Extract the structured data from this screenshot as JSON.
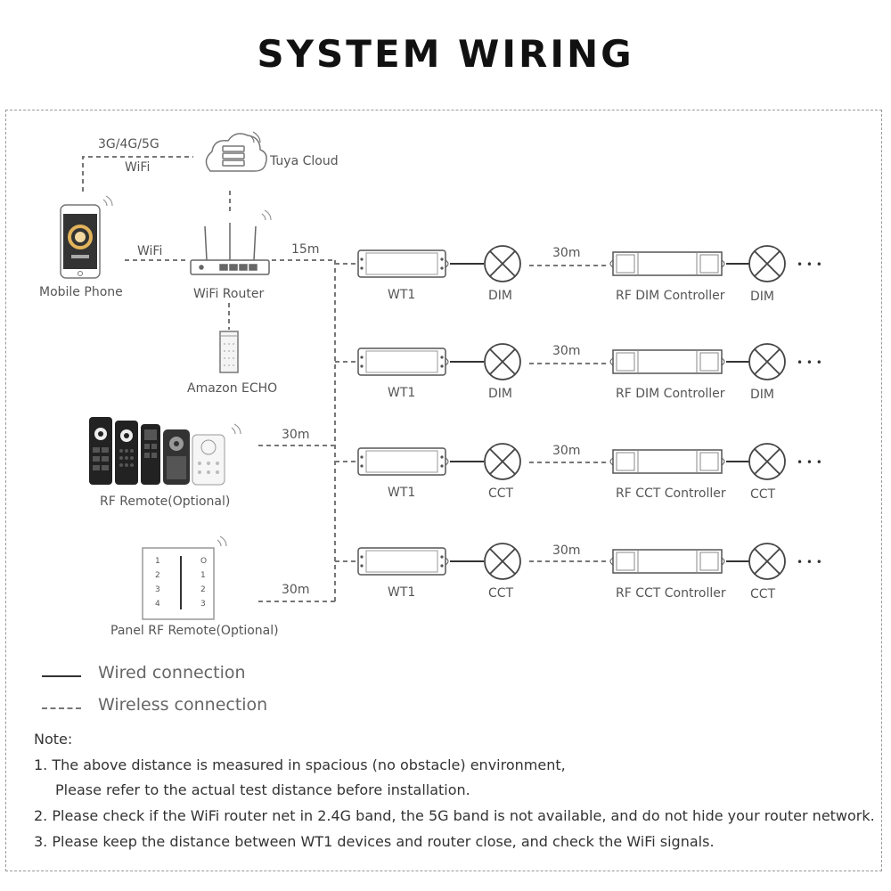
{
  "title": "SYSTEM WIRING",
  "labels": {
    "network_3g": "3G/4G/5G",
    "network_wifi": "WiFi",
    "tuya_cloud": "Tuya Cloud",
    "wifi_phone_link": "WiFi",
    "mobile_phone": "Mobile Phone",
    "wifi_router": "WiFi Router",
    "amazon_echo": "Amazon ECHO",
    "rf_remote": "RF Remote(Optional)",
    "panel_rf_remote": "Panel RF Remote(Optional)",
    "dist_router": "15m",
    "dist_rf_remote": "30m",
    "dist_panel": "30m"
  },
  "rows": [
    {
      "wt1": "WT1",
      "lamp1": "DIM",
      "distance": "30m",
      "controller": "RF DIM Controller",
      "lamp2": "DIM",
      "more": "• • •"
    },
    {
      "wt1": "WT1",
      "lamp1": "DIM",
      "distance": "30m",
      "controller": "RF DIM Controller",
      "lamp2": "DIM",
      "more": "• • •"
    },
    {
      "wt1": "WT1",
      "lamp1": "CCT",
      "distance": "30m",
      "controller": "RF CCT Controller",
      "lamp2": "CCT",
      "more": "• • •"
    },
    {
      "wt1": "WT1",
      "lamp1": "CCT",
      "distance": "30m",
      "controller": "RF CCT Controller",
      "lamp2": "CCT",
      "more": "• • •"
    }
  ],
  "panel_keys": {
    "left": [
      "1",
      "2",
      "3",
      "4"
    ],
    "right": [
      "O",
      "1",
      "2",
      "3"
    ]
  },
  "legend": {
    "wired": "Wired connection",
    "wireless": "Wireless connection"
  },
  "notes": {
    "heading": "Note:",
    "n1a": "1. The above distance is measured in spacious (no obstacle) environment,",
    "n1b": "Please refer to the actual test distance before installation.",
    "n2": "2. Please check if the WiFi router net in 2.4G band, the 5G band is not available, and do not hide your router network.",
    "n3": "3. Please keep the distance between WT1 devices and router close, and check the WiFi signals."
  },
  "colors": {
    "line": "#333333",
    "dashed": "#777777",
    "text": "#555555",
    "remote_dark": "#222222",
    "phone_gold": "#e2b35a"
  }
}
